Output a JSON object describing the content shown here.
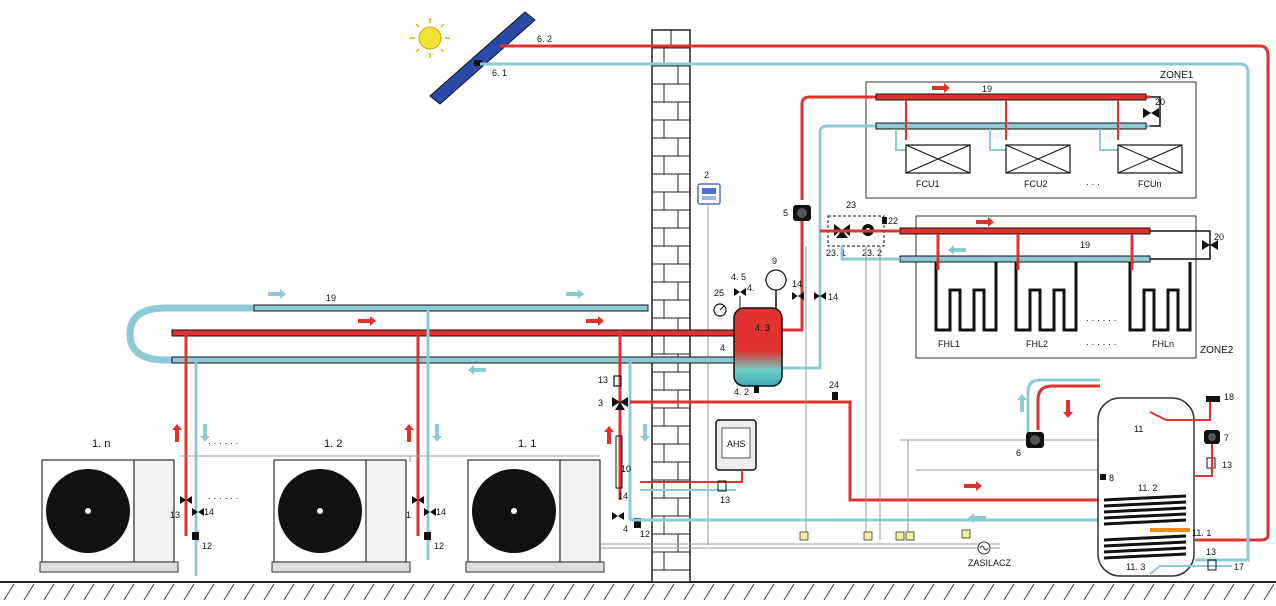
{
  "labels": {
    "solar_supply": "6. 2",
    "solar_return": "6. 1",
    "controller": "2",
    "zone1": "ZONE1",
    "zone2": "ZONE2",
    "zone1_header": "19",
    "zone1_valve": "20",
    "zone2_header": "19",
    "zone2_valve": "20",
    "fcu1": "FCU1",
    "fcu2": "FCU2",
    "fcu_dots": "· · ·",
    "fcun": "FCUn",
    "fhl1": "FHL1",
    "fhl2": "FHL2",
    "fhl_dots": "· · · · · ·",
    "fhl_dots2": "· · · · · ·",
    "fhln": "FHLn",
    "pump5": "5",
    "mixing_group": "23",
    "mixing_valve": "23. 1",
    "mixing_pump": "23. 2",
    "temp_sensor_22": "22",
    "exp_vessel": "9",
    "valve_45": "4. 5",
    "valve_4_top": "4.",
    "buffer_43": "4. 3",
    "buffer_4": "4",
    "buffer_42": "4. 2",
    "gauge_25": "25",
    "valve_14a": "14",
    "valve_14b": "14",
    "sensor_24": "24",
    "main_header": "19",
    "valve_13": "13",
    "valve_3": "3",
    "filter_10": "10",
    "valve_14c": "14",
    "valve_4b": "4",
    "valve_12c": "12",
    "ahs": "AHS",
    "ahs_13": "13",
    "unit_1n": "1. n",
    "unit_12": "1. 2",
    "unit_11": "1. 1",
    "u1_13": "13",
    "u1_14": "14",
    "u1_12": "12",
    "u2_1": "1",
    "u2_14": "14",
    "u2_12": "12",
    "dots_a": "· · · · · ·",
    "dots_b": "· · · · · ·",
    "pump6": "6",
    "tank_11": "11",
    "tank_18": "18",
    "tank_7": "7",
    "tank_13": "13",
    "tank_8": "8",
    "tank_112": "11. 2",
    "tank_111": "11. 1",
    "tank_113": "11. 3",
    "tank_13b": "13",
    "tank_17": "17",
    "zasilacz": "ZASILACZ"
  },
  "colors": {
    "hot": "#e0332f",
    "cold": "#8ec9d6",
    "dark": "#1a1a1a",
    "brick": "#e8e8e8",
    "solar_panel": "#2b4aa8",
    "sun": "#f2e23a"
  }
}
